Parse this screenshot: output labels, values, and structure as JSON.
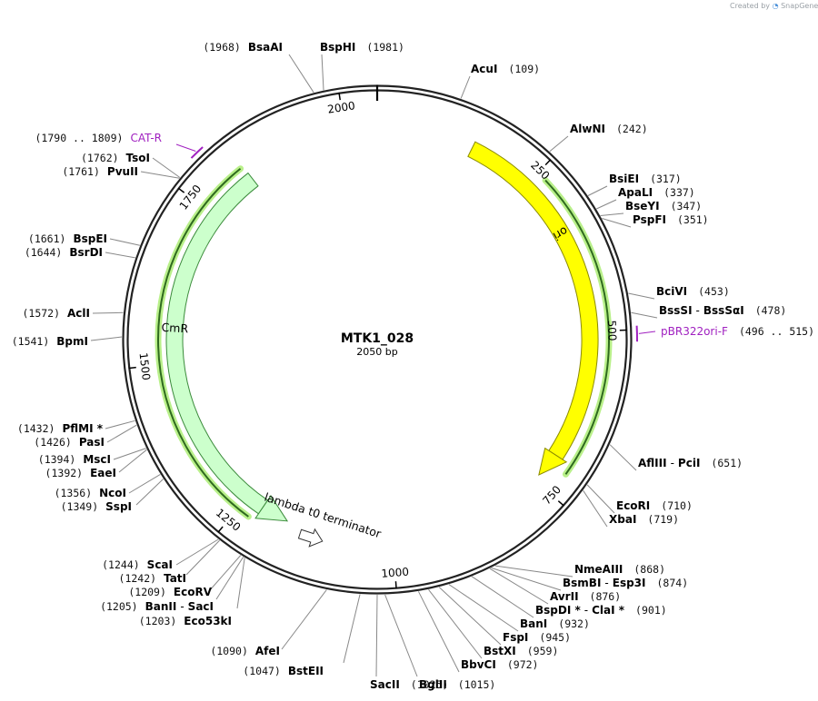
{
  "creator": {
    "prefix": "Created by",
    "brand": "SnapGene"
  },
  "plasmid": {
    "name": "MTK1_028",
    "size_label": "2050 bp",
    "length": 2050
  },
  "colors": {
    "backbone": "#222222",
    "ori_fill": "#ffff00",
    "ori_stroke": "#8a8a00",
    "cmr_fill": "#ccffcc",
    "cmr_stroke": "#3a8a3a",
    "primer": "#a020c0",
    "highlight": "#b9f08a",
    "highlight_line": "#2f6a1f",
    "site_line": "#888888"
  },
  "ticks": [
    {
      "pos": 250,
      "label": "250"
    },
    {
      "pos": 500,
      "label": "500"
    },
    {
      "pos": 750,
      "label": "750"
    },
    {
      "pos": 1000,
      "label": "1000"
    },
    {
      "pos": 1250,
      "label": "1250"
    },
    {
      "pos": 1500,
      "label": "1500"
    },
    {
      "pos": 1750,
      "label": "1750"
    },
    {
      "pos": 2000,
      "label": "2000"
    }
  ],
  "features": [
    {
      "name": "ori",
      "type": "ori",
      "start": 150,
      "end": 740,
      "direction": "cw"
    },
    {
      "name": "CmR",
      "type": "cds",
      "start": 1175,
      "end": 1835,
      "direction": "ccw"
    },
    {
      "name": "lambda t0 terminator",
      "type": "terminator",
      "start": 1130,
      "end": 1180,
      "direction": "cw"
    }
  ],
  "highlights": [
    {
      "start": 265,
      "end": 715
    },
    {
      "start": 1230,
      "end": 1830
    }
  ],
  "primers": [
    {
      "name": "CAT-R",
      "range": "(1790 .. 1809)",
      "pos": 1800,
      "direction": "ccw"
    },
    {
      "name": "pBR322ori-F",
      "range": "(496 .. 515)",
      "pos": 505,
      "direction": "cw"
    }
  ],
  "sites": [
    {
      "pos": 1968,
      "num": "(1968)",
      "enzyme": "BsaAI"
    },
    {
      "pos": 1981,
      "num": "(1981)",
      "enzyme": "BspHI"
    },
    {
      "pos": 109,
      "num": "(109)",
      "enzyme": "AcuI"
    },
    {
      "pos": 242,
      "num": "(242)",
      "enzyme": "AlwNI"
    },
    {
      "pos": 317,
      "num": "(317)",
      "enzyme": "BsiEI"
    },
    {
      "pos": 337,
      "num": "(337)",
      "enzyme": "ApaLI"
    },
    {
      "pos": 347,
      "num": "(347)",
      "enzyme": "BseYI"
    },
    {
      "pos": 351,
      "num": "(351)",
      "enzyme": "PspFI"
    },
    {
      "pos": 453,
      "num": "(453)",
      "enzyme": "BciVI"
    },
    {
      "pos": 478,
      "num": "(478)",
      "enzyme": "BssSI - BssSαI"
    },
    {
      "pos": 651,
      "num": "(651)",
      "enzyme": "AflIII - PciI"
    },
    {
      "pos": 710,
      "num": "(710)",
      "enzyme": "EcoRI"
    },
    {
      "pos": 719,
      "num": "(719)",
      "enzyme": "XbaI"
    },
    {
      "pos": 868,
      "num": "(868)",
      "enzyme": "NmeAIII"
    },
    {
      "pos": 874,
      "num": "(874)",
      "enzyme": "BsmBI - Esp3I"
    },
    {
      "pos": 876,
      "num": "(876)",
      "enzyme": "AvrII"
    },
    {
      "pos": 901,
      "num": "(901)",
      "enzyme": "BspDI * - ClaI *"
    },
    {
      "pos": 932,
      "num": "(932)",
      "enzyme": "BanI"
    },
    {
      "pos": 945,
      "num": "(945)",
      "enzyme": "FspI"
    },
    {
      "pos": 959,
      "num": "(959)",
      "enzyme": "BstXI"
    },
    {
      "pos": 972,
      "num": "(972)",
      "enzyme": "BbvCI"
    },
    {
      "pos": 1015,
      "num": "(1015)",
      "enzyme": "BglII"
    },
    {
      "pos": 1025,
      "num": "(1025)",
      "enzyme": "SacII"
    },
    {
      "pos": 1047,
      "num": "(1047)",
      "enzyme": "BstEII"
    },
    {
      "pos": 1090,
      "num": "(1090)",
      "enzyme": "AfeI"
    },
    {
      "pos": 1203,
      "num": "(1203)",
      "enzyme": "Eco53kI"
    },
    {
      "pos": 1205,
      "num": "(1205)",
      "enzyme": "BanII - SacI"
    },
    {
      "pos": 1209,
      "num": "(1209)",
      "enzyme": "EcoRV"
    },
    {
      "pos": 1242,
      "num": "(1242)",
      "enzyme": "TatI"
    },
    {
      "pos": 1244,
      "num": "(1244)",
      "enzyme": "ScaI"
    },
    {
      "pos": 1349,
      "num": "(1349)",
      "enzyme": "SspI"
    },
    {
      "pos": 1356,
      "num": "(1356)",
      "enzyme": "NcoI"
    },
    {
      "pos": 1392,
      "num": "(1392)",
      "enzyme": "EaeI"
    },
    {
      "pos": 1394,
      "num": "(1394)",
      "enzyme": "MscI"
    },
    {
      "pos": 1426,
      "num": "(1426)",
      "enzyme": "PasI"
    },
    {
      "pos": 1432,
      "num": "(1432)",
      "enzyme": "PflMI *"
    },
    {
      "pos": 1541,
      "num": "(1541)",
      "enzyme": "BpmI"
    },
    {
      "pos": 1572,
      "num": "(1572)",
      "enzyme": "AclI"
    },
    {
      "pos": 1644,
      "num": "(1644)",
      "enzyme": "BsrDI"
    },
    {
      "pos": 1661,
      "num": "(1661)",
      "enzyme": "BspEI"
    },
    {
      "pos": 1761,
      "num": "(1761)",
      "enzyme": "PvuII"
    },
    {
      "pos": 1762,
      "num": "(1762)",
      "enzyme": "TsoI"
    }
  ]
}
